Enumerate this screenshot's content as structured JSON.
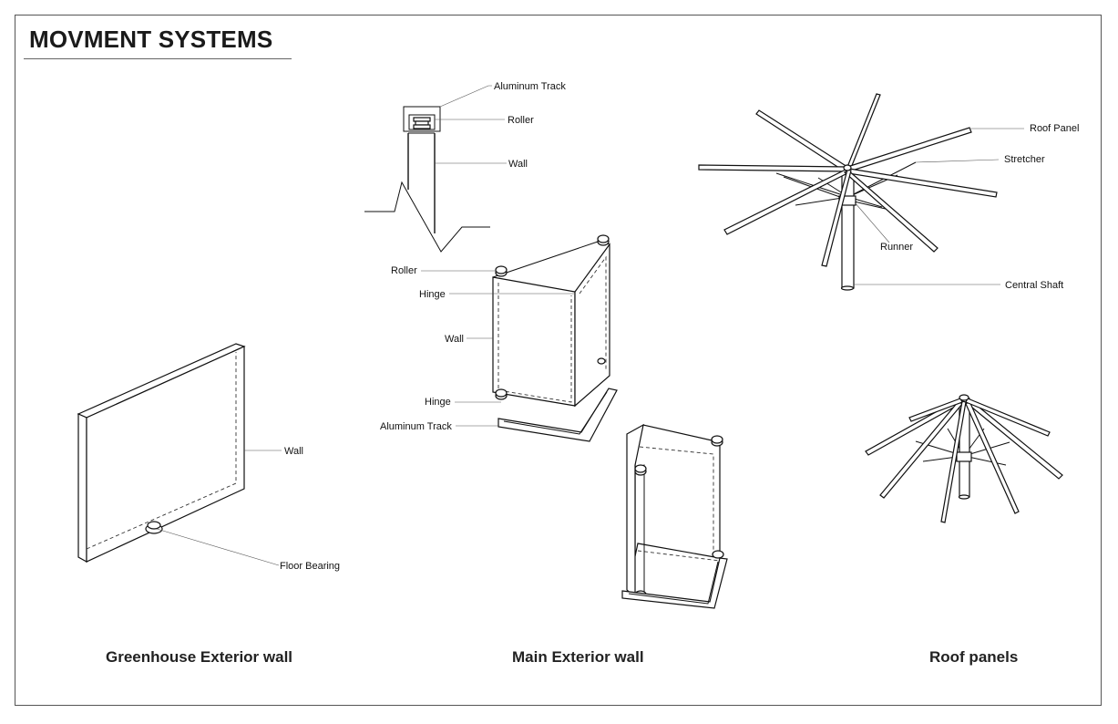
{
  "title": "MOVMENT SYSTEMS",
  "labels": {
    "aluminum_track_top": "Aluminum Track",
    "roller_top": "Roller",
    "wall_top": "Wall",
    "roller_mid": "Roller",
    "hinge_top": "Hinge",
    "wall_mid": "Wall",
    "hinge_bottom": "Hinge",
    "aluminum_track_bottom": "Aluminum Track",
    "wall_greenhouse": "Wall",
    "floor_bearing": "Floor Bearing",
    "roof_panel": "Roof Panel",
    "stretcher": "Stretcher",
    "runner": "Runner",
    "central_shaft": "Central Shaft"
  },
  "captions": {
    "greenhouse": "Greenhouse Exterior wall",
    "main_wall": "Main Exterior wall",
    "roof": "Roof panels"
  }
}
